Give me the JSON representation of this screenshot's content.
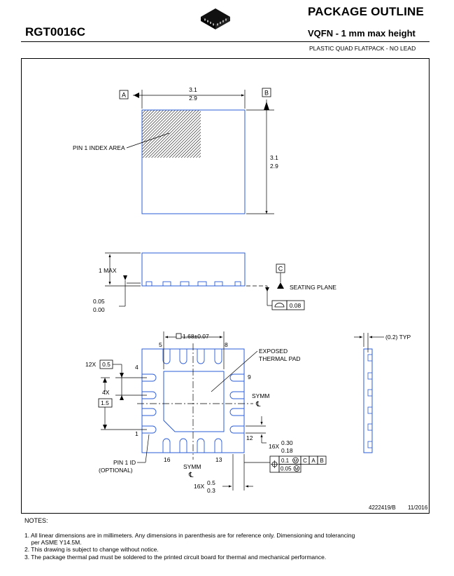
{
  "header": {
    "title": "PACKAGE OUTLINE",
    "part_number": "RGT0016C",
    "subtitle": "VQFN - 1 mm max height",
    "description": "PLASTIC QUAD FLATPACK - NO LEAD"
  },
  "top_view": {
    "datum_a": "A",
    "datum_b": "B",
    "width_max": "3.1",
    "width_min": "2.9",
    "height_max": "3.1",
    "height_min": "2.9",
    "pin1_index_label": "PIN 1 INDEX AREA"
  },
  "side_view": {
    "height_label": "1 MAX",
    "standoff_max": "0.05",
    "standoff_min": "0.00",
    "datum_c": "C",
    "seating_plane_label": "SEATING PLANE",
    "flatness_value": "0.08"
  },
  "bottom_view": {
    "pad_size": "1.68",
    "pad_tolerance": "0.07",
    "pin_5": "5",
    "pin_8": "8",
    "pin_4": "4",
    "pin_9": "9",
    "pin_1": "1",
    "pin_12": "12",
    "pin_16": "16",
    "pin_13": "13",
    "pitch_prefix": "12X",
    "pitch_value": "0.5",
    "span_prefix": "4X",
    "span_value": "1.5",
    "exposed_pad_line1": "EXPOSED",
    "exposed_pad_line2": "THERMAL PAD",
    "symm_label_right": "SYMM",
    "symm_label_bottom": "SYMM",
    "centerline_symbol": "℄",
    "lead_width_prefix": "16X",
    "lead_width_max": "0.30",
    "lead_width_min": "0.18",
    "lead_length_prefix": "16X",
    "lead_length_max": "0.5",
    "lead_length_min": "0.3",
    "pin1_id_line1": "PIN 1 ID",
    "pin1_id_line2": "(OPTIONAL)",
    "fcf_row1_value": "0.1",
    "fcf_row1_mmc": "M",
    "fcf_row1_datum1": "C",
    "fcf_row1_datum2": "A",
    "fcf_row1_datum3": "B",
    "fcf_row2_value": "0.05",
    "fcf_row2_mmc": "M"
  },
  "side_detail": {
    "ref_dimension": "(0.2) TYP"
  },
  "drawing_number": "4222419/B",
  "drawing_date": "11/2016",
  "notes": {
    "heading": "NOTES:",
    "items": [
      "1. All linear dimensions are in millimeters. Any dimensions in parenthesis are for reference only. Dimensioning and tolerancing",
      "    per ASME Y14.5M.",
      "2. This drawing is subject to change without notice.",
      "3. The package thermal pad must be soldered to the printed circuit board for thermal and mechanical performance."
    ]
  }
}
